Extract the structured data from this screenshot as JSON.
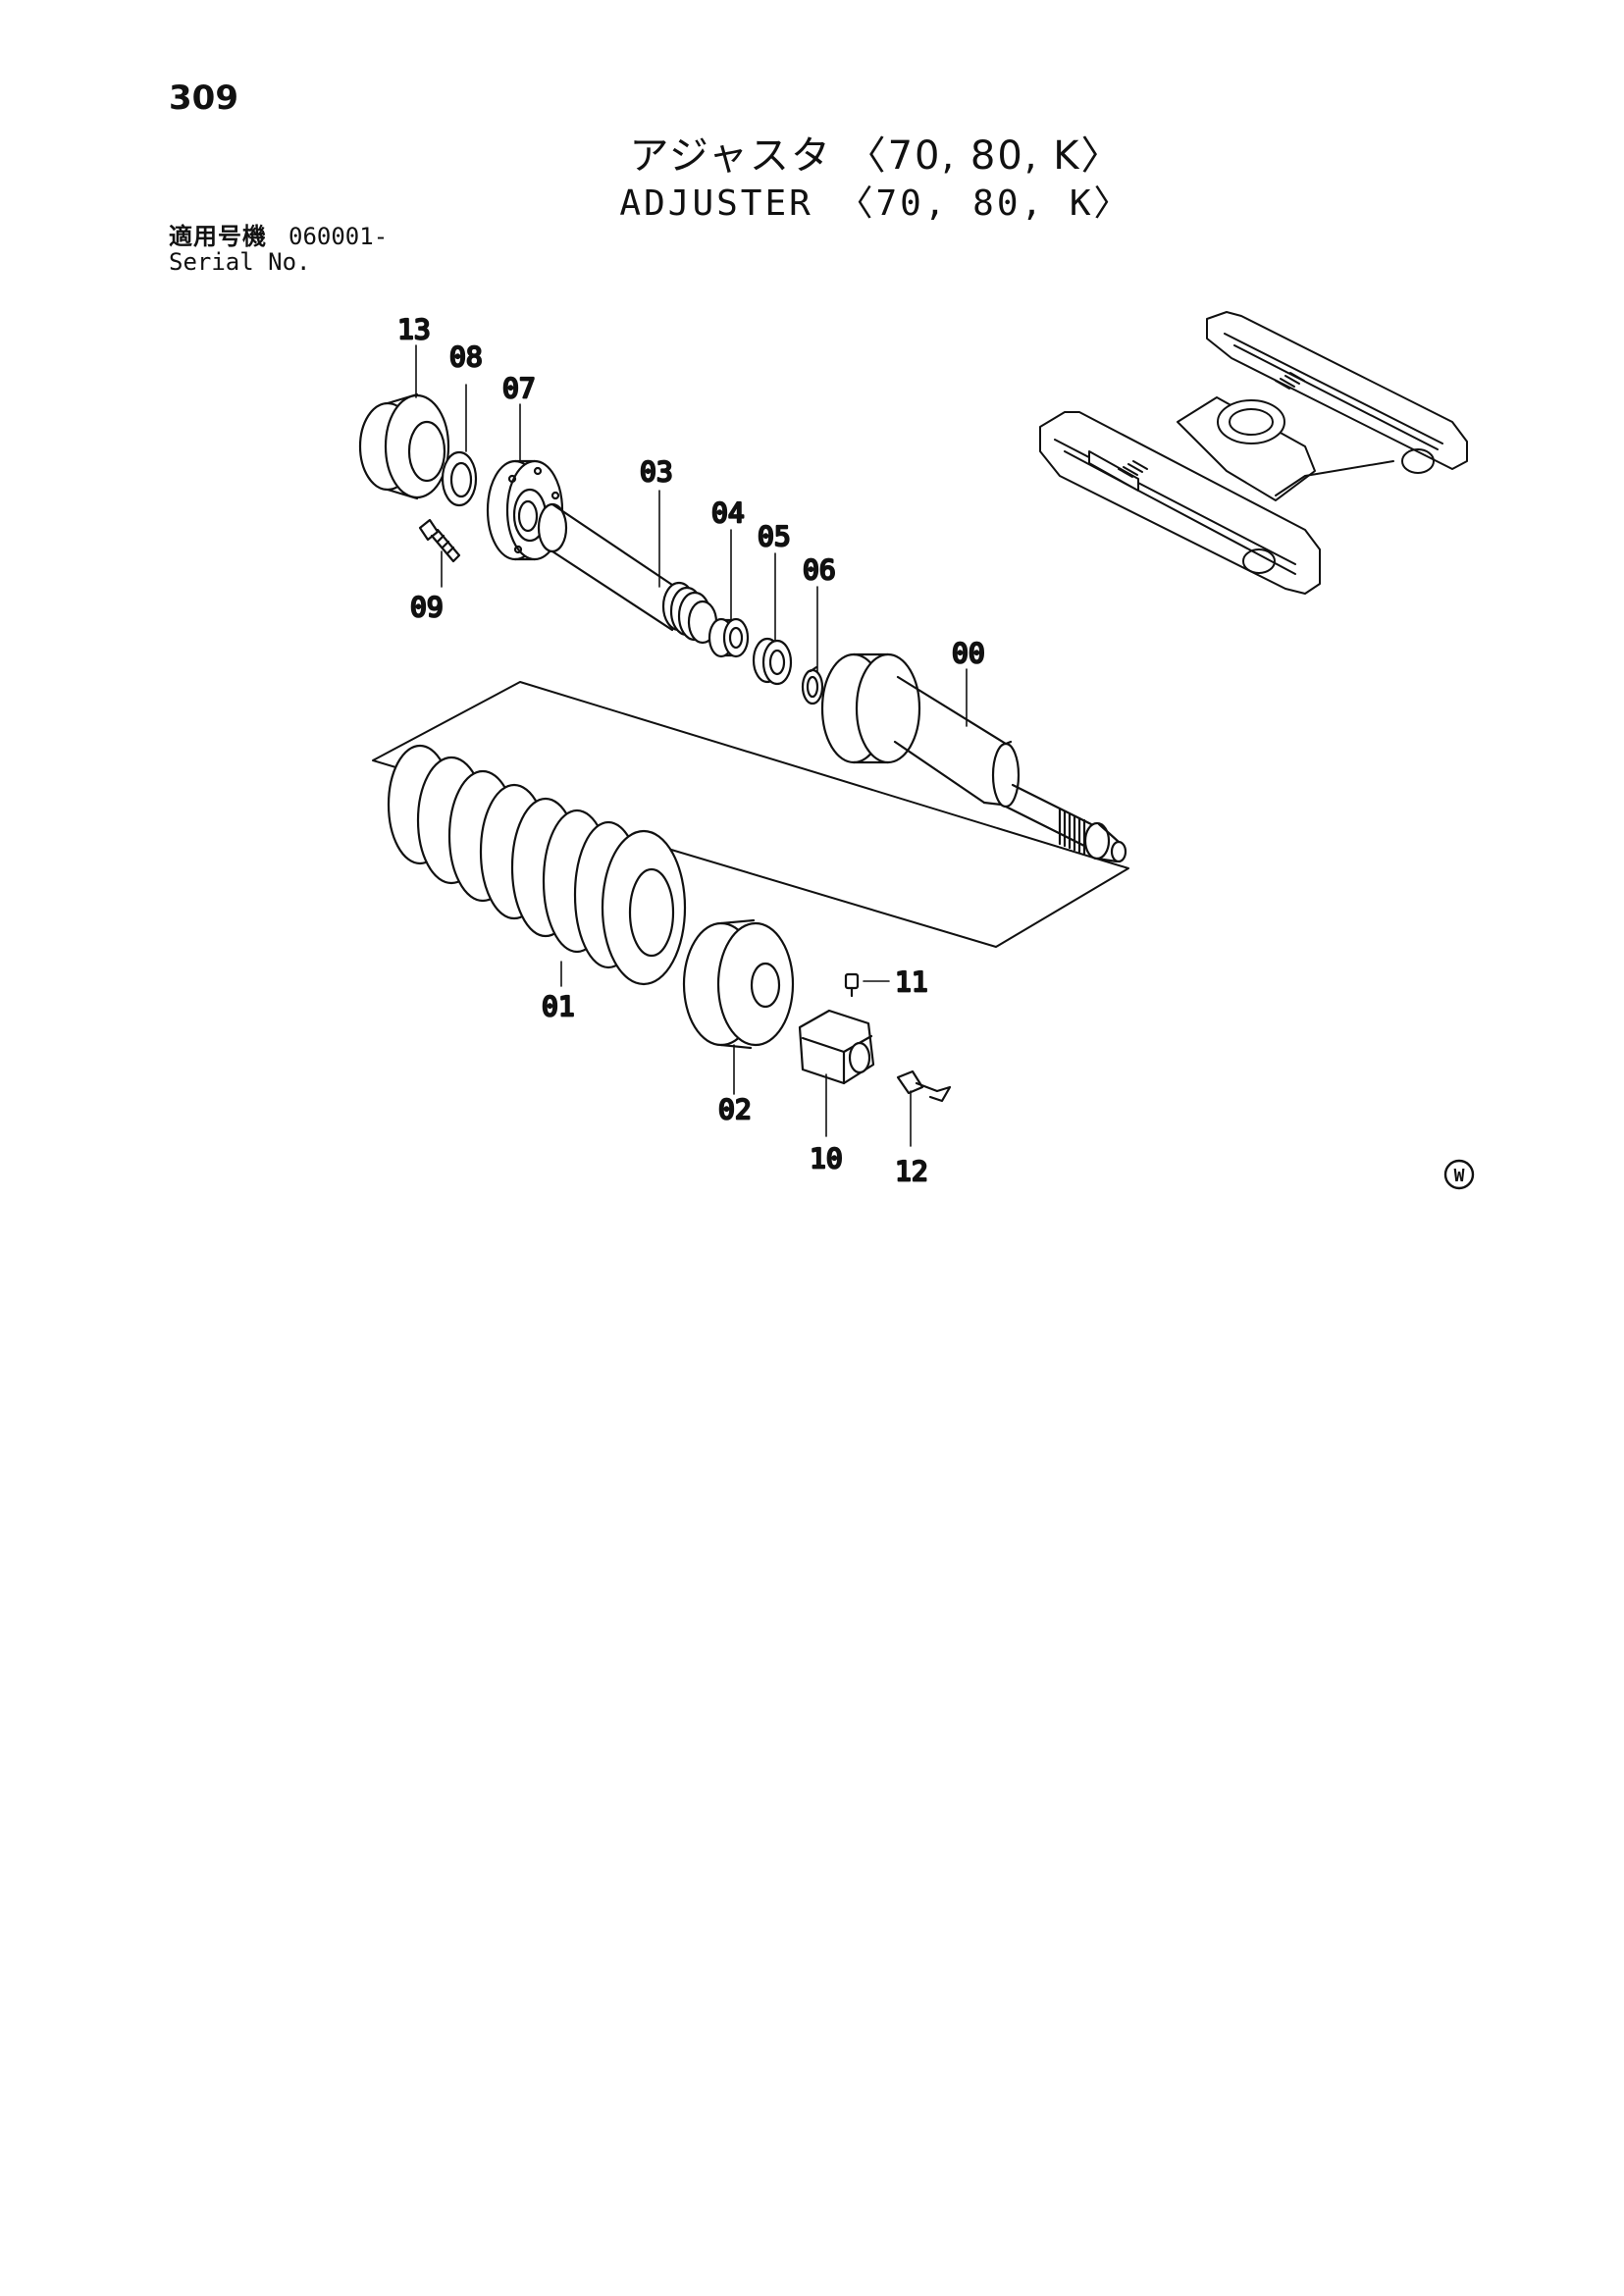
{
  "page_number": "309",
  "title_jp": "アジャスタ 〈70, 80, K〉",
  "title_en": "ADJUSTER 〈70, 80, K〉",
  "serial": {
    "label_jp": "適用号機",
    "value": "060001-",
    "label_en": "Serial No."
  },
  "parts": {
    "p00": "00",
    "p01": "01",
    "p02": "02",
    "p03": "03",
    "p04": "04",
    "p05": "05",
    "p06": "06",
    "p07": "07",
    "p08": "08",
    "p09": "09",
    "p10": "10",
    "p11": "11",
    "p12": "12",
    "p13": "13"
  },
  "mark": "W"
}
